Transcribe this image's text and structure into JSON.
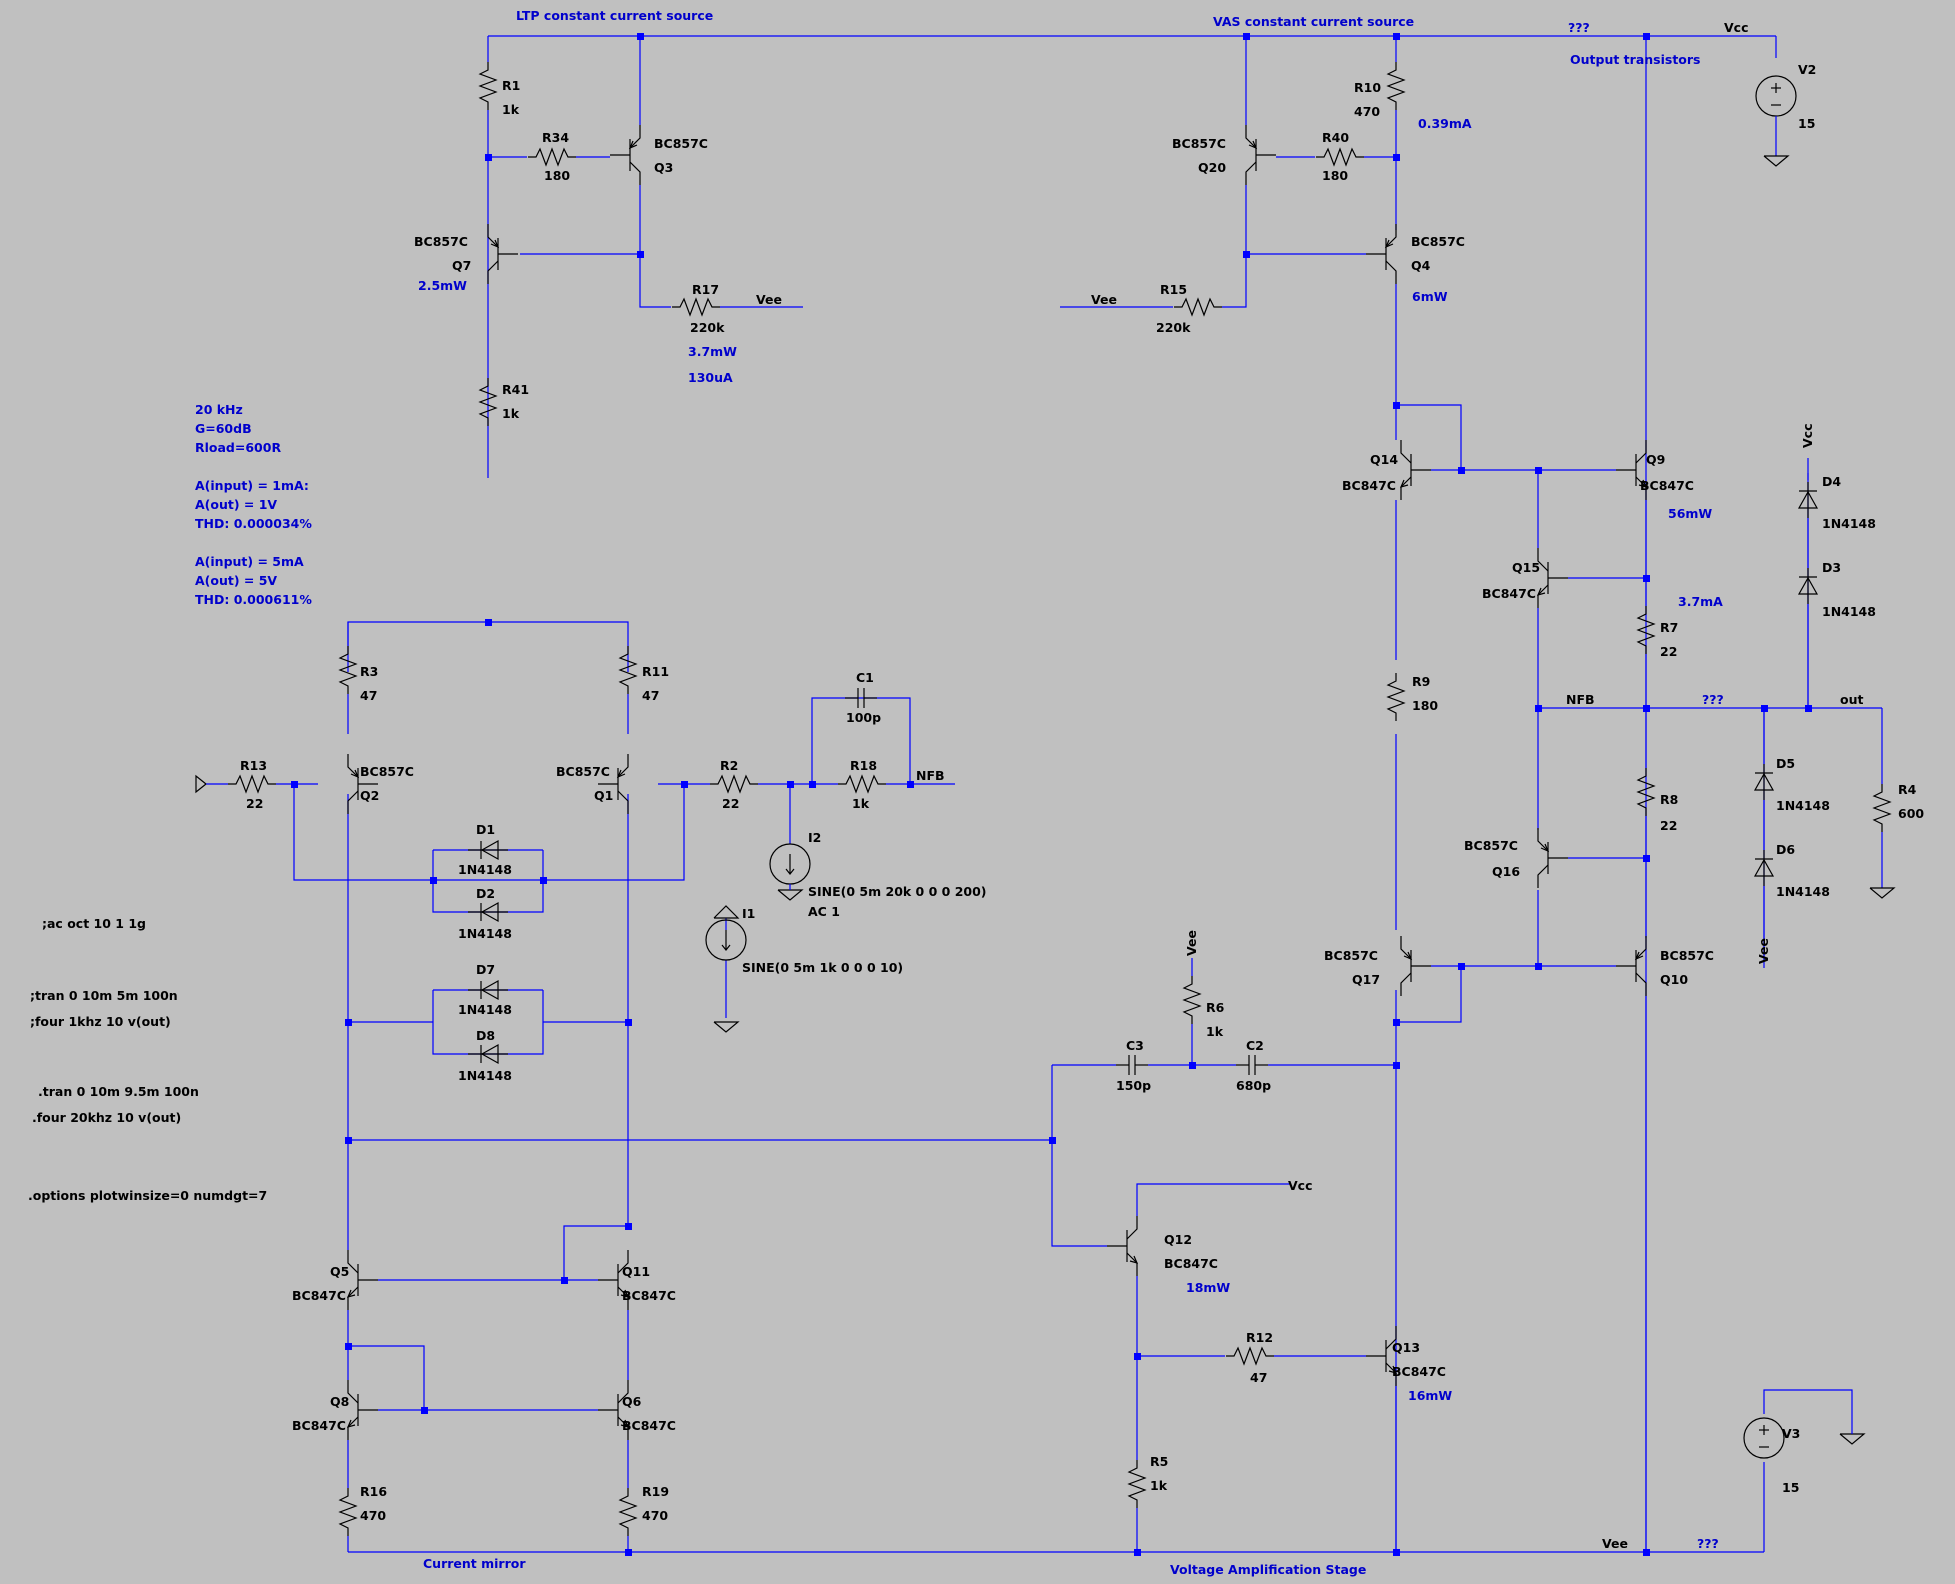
{
  "labels": {
    "ltp_ccs": "LTP constant current source",
    "vas_ccs": "VAS constant current source",
    "output_transistors": "Output transistors",
    "current_mirror": "Current mirror",
    "vas": "Voltage Amplification Stage",
    "qqq": "???",
    "vcc": "Vcc",
    "vee": "Vee",
    "nfb": "NFB",
    "out": "out"
  },
  "notes": {
    "line1": "20 kHz",
    "line2": "G=60dB",
    "line3": "Rload=600R",
    "line4": "A(input) = 1mA:",
    "line5": "A(out) = 1V",
    "line6": "THD:  0.000034%",
    "line7": "A(input) = 5mA",
    "line8": "A(out) = 5V",
    "line9": "THD: 0.000611%"
  },
  "directives": {
    "ac": ";ac oct 10 1 1g",
    "tran1": ";tran 0 10m 5m 100n",
    "four1": ";four 1khz 10 v(out)",
    "tran2": ".tran 0 10m 9.5m 100n",
    "four2": ".four 20khz 10 v(out)",
    "options": ".options plotwinsize=0 numdgt=7"
  },
  "annotations": {
    "q7_pwr": "2.5mW",
    "r17_pwr": "3.7mW",
    "r17_cur": "130uA",
    "r10_cur": "0.39mA",
    "q4_pwr": "6mW",
    "q9_pwr": "56mW",
    "r7_cur": "3.7mA",
    "q12_pwr": "18mW",
    "q13_pwr": "16mW"
  },
  "components": {
    "r1": {
      "name": "R1",
      "value": "1k"
    },
    "r34": {
      "name": "R34",
      "value": "180"
    },
    "r17": {
      "name": "R17",
      "value": "220k"
    },
    "r41": {
      "name": "R41",
      "value": "1k"
    },
    "r10": {
      "name": "R10",
      "value": "470"
    },
    "r40": {
      "name": "R40",
      "value": "180"
    },
    "r15": {
      "name": "R15",
      "value": "220k"
    },
    "r3": {
      "name": "R3",
      "value": "47"
    },
    "r11": {
      "name": "R11",
      "value": "47"
    },
    "r13": {
      "name": "R13",
      "value": "22"
    },
    "r2": {
      "name": "R2",
      "value": "22"
    },
    "r18": {
      "name": "R18",
      "value": "1k"
    },
    "c1": {
      "name": "C1",
      "value": "100p"
    },
    "i2": {
      "name": "I2",
      "value": "SINE(0 5m 20k 0 0 0 200)",
      "value2": "AC 1"
    },
    "i1": {
      "name": "I1",
      "value": "SINE(0 5m 1k 0 0 0 10)"
    },
    "d1": {
      "name": "D1",
      "value": "1N4148"
    },
    "d2": {
      "name": "D2",
      "value": "1N4148"
    },
    "d7": {
      "name": "D7",
      "value": "1N4148"
    },
    "d8": {
      "name": "D8",
      "value": "1N4148"
    },
    "r9": {
      "name": "R9",
      "value": "180"
    },
    "r7": {
      "name": "R7",
      "value": "22"
    },
    "r8": {
      "name": "R8",
      "value": "22"
    },
    "r4": {
      "name": "R4",
      "value": "600"
    },
    "d4": {
      "name": "D4",
      "value": "1N4148"
    },
    "d3": {
      "name": "D3",
      "value": "1N4148"
    },
    "d5": {
      "name": "D5",
      "value": "1N4148"
    },
    "d6": {
      "name": "D6",
      "value": "1N4148"
    },
    "r6": {
      "name": "R6",
      "value": "1k"
    },
    "c3": {
      "name": "C3",
      "value": "150p"
    },
    "c2": {
      "name": "C2",
      "value": "680p"
    },
    "r12": {
      "name": "R12",
      "value": "47"
    },
    "r5": {
      "name": "R5",
      "value": "1k"
    },
    "r16": {
      "name": "R16",
      "value": "470"
    },
    "r19": {
      "name": "R19",
      "value": "470"
    },
    "v2": {
      "name": "V2",
      "value": "15"
    },
    "v3": {
      "name": "V3",
      "value": "15"
    },
    "q1": {
      "name": "Q1",
      "model": "BC857C"
    },
    "q2": {
      "name": "Q2",
      "model": "BC857C"
    },
    "q3": {
      "name": "Q3",
      "model": "BC857C"
    },
    "q4": {
      "name": "Q4",
      "model": "BC857C"
    },
    "q7": {
      "name": "Q7",
      "model": "BC857C"
    },
    "q20": {
      "name": "Q20",
      "model": "BC857C"
    },
    "q5": {
      "name": "Q5",
      "model": "BC847C"
    },
    "q6": {
      "name": "Q6",
      "model": "BC847C"
    },
    "q8": {
      "name": "Q8",
      "model": "BC847C"
    },
    "q11": {
      "name": "Q11",
      "model": "BC847C"
    },
    "q9": {
      "name": "Q9",
      "model": "BC847C"
    },
    "q14": {
      "name": "Q14",
      "model": "BC847C"
    },
    "q15": {
      "name": "Q15",
      "model": "BC847C"
    },
    "q12": {
      "name": "Q12",
      "model": "BC847C"
    },
    "q13": {
      "name": "Q13",
      "model": "BC847C"
    },
    "q16": {
      "name": "Q16",
      "model": "BC857C"
    },
    "q17": {
      "name": "Q17",
      "model": "BC857C"
    },
    "q10": {
      "name": "Q10",
      "model": "BC857C"
    }
  },
  "colors": {
    "background": "#c0c0c0",
    "wire": "#0000ff",
    "component": "#000000",
    "annotation": "#0000cc"
  }
}
